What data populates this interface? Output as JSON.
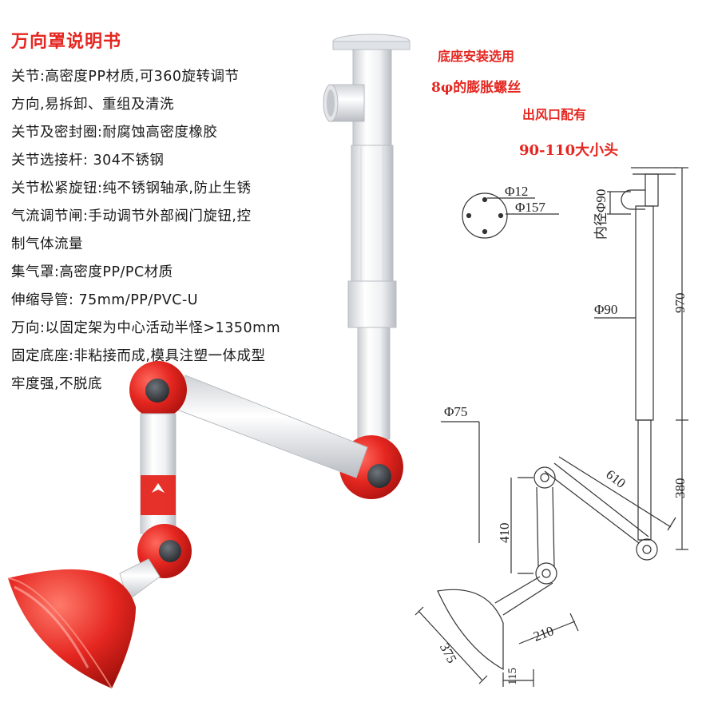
{
  "instructions": {
    "title": "万向罩说明书",
    "lines": [
      "关节:高密度PP材质,可360旋转调节",
      "方向,易拆卸、重组及清洗",
      "关节及密封圈:耐腐蚀高密度橡胶",
      "关节选接杆: 304不锈钢",
      "关节松紧旋钮:纯不锈钢轴承,防止生锈",
      "气流调节闸:手动调节外部阀门旋钮,控",
      "制气体流量",
      "集气罩:高密度PP/PC材质",
      "伸缩导管: 75mm/PP/PVC-U",
      "万向:以固定架为中心活动半怪>1350mm",
      "固定底座:非粘接而成,模具注塑一体成型",
      "牢度强,不脱底"
    ]
  },
  "notes": {
    "line1": "底座安装选用",
    "line2": "8φ的膨胀螺丝",
    "line3": "出风口配有",
    "line4": "90-110大小头"
  },
  "dimensions": {
    "phi12": "Φ12",
    "phi157": "Φ157",
    "inner_phi90": "内径Φ90",
    "phi90": "Φ90",
    "d970": "970",
    "phi75": "Φ75",
    "d610": "610",
    "d380": "380",
    "d410": "410",
    "d375": "375",
    "d210": "210",
    "d115": "115"
  },
  "colors": {
    "brand_red": "#e52620",
    "pipe_white": "#f3f4f6",
    "knob_dark": "#3a3d42"
  }
}
